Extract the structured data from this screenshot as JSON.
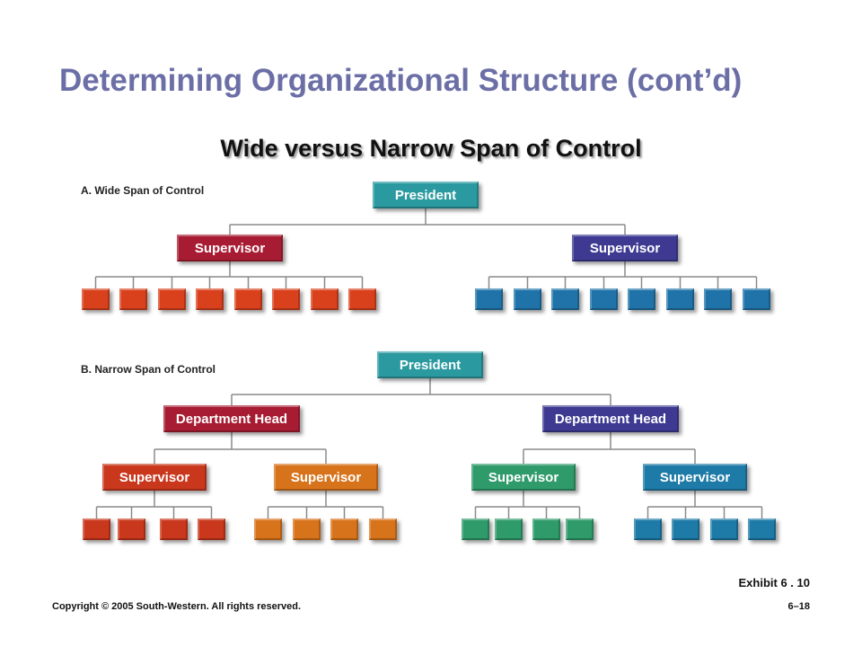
{
  "title": "Determining Organizational Structure (cont’d)",
  "subtitle": "Wide versus Narrow Span of Control",
  "wide": {
    "label": "A. Wide Span of Control",
    "president": "President",
    "supervisor_left": "Supervisor",
    "supervisor_right": "Supervisor"
  },
  "narrow": {
    "label": "B. Narrow Span of Control",
    "president": "President",
    "dept_head_left": "Department Head",
    "dept_head_right": "Department Head",
    "supervisors": [
      "Supervisor",
      "Supervisor",
      "Supervisor",
      "Supervisor"
    ]
  },
  "colors": {
    "teal": "#2b9aa0",
    "crimson": "#a71c32",
    "indigo": "#3e3a92",
    "red_box": "#d9401c",
    "blue_box": "#1f73a8",
    "red_sup": "#c9371c",
    "orange": "#d7731b",
    "green": "#2f9a6a",
    "steel": "#1e7aa6",
    "line": "#8a8a8a"
  },
  "footer": {
    "exhibit": "Exhibit 6 . 10",
    "copyright": "Copyright © 2005 South-Western. All rights reserved.",
    "page": "6–18"
  }
}
